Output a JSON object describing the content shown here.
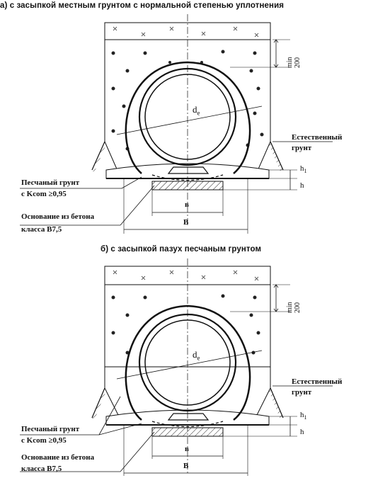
{
  "figure_a": {
    "caption": "а) с засыпкой местным грунтом с нормальной степенью уплотнения",
    "labels": {
      "natural_soil_1": "Естественный",
      "natural_soil_2": "грунт",
      "sand_soil_1": "Песчаный грунт",
      "sand_soil_2": "с Kcom ≥0,95",
      "concrete_base_1": "Основание из бетона",
      "concrete_base_2": "класса В7,5",
      "diameter": "d",
      "diameter_sub": "e",
      "min_dim": "min",
      "min_val": "200",
      "h1": "h",
      "h1_sub": "1",
      "h": "h",
      "b_small": "в",
      "b_big": "В"
    }
  },
  "figure_b": {
    "caption": "б) с засыпкой пазух песчаным грунтом",
    "labels": {
      "natural_soil_1": "Естественный",
      "natural_soil_2": "грунт",
      "sand_soil_1": "Песчаный грунт",
      "sand_soil_2": "с Kcom ≥0,95",
      "concrete_base_1": "Основание из бетона",
      "concrete_base_2": "класса В7,5",
      "diameter": "d",
      "diameter_sub": "e",
      "min_dim": "min",
      "min_val": "200",
      "h1": "h",
      "h1_sub": "1",
      "h": "h",
      "b_small": "в",
      "b_big": "В"
    }
  }
}
